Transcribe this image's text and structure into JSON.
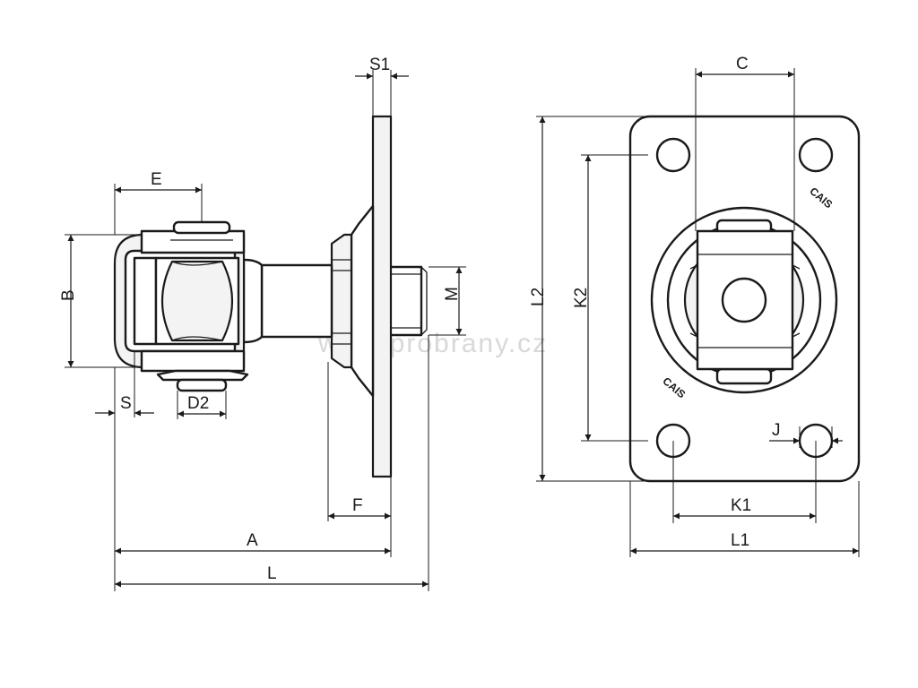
{
  "labels": {
    "A": "A",
    "B": "B",
    "C": "C",
    "D2": "D2",
    "E": "E",
    "F": "F",
    "J": "J",
    "K1": "K1",
    "K2": "K2",
    "L": "L",
    "L1": "L1",
    "L2": "L2",
    "M": "M",
    "S": "S",
    "S1": "S1"
  },
  "logo_text": "CAIS",
  "watermark": "www.probrany.cz"
}
